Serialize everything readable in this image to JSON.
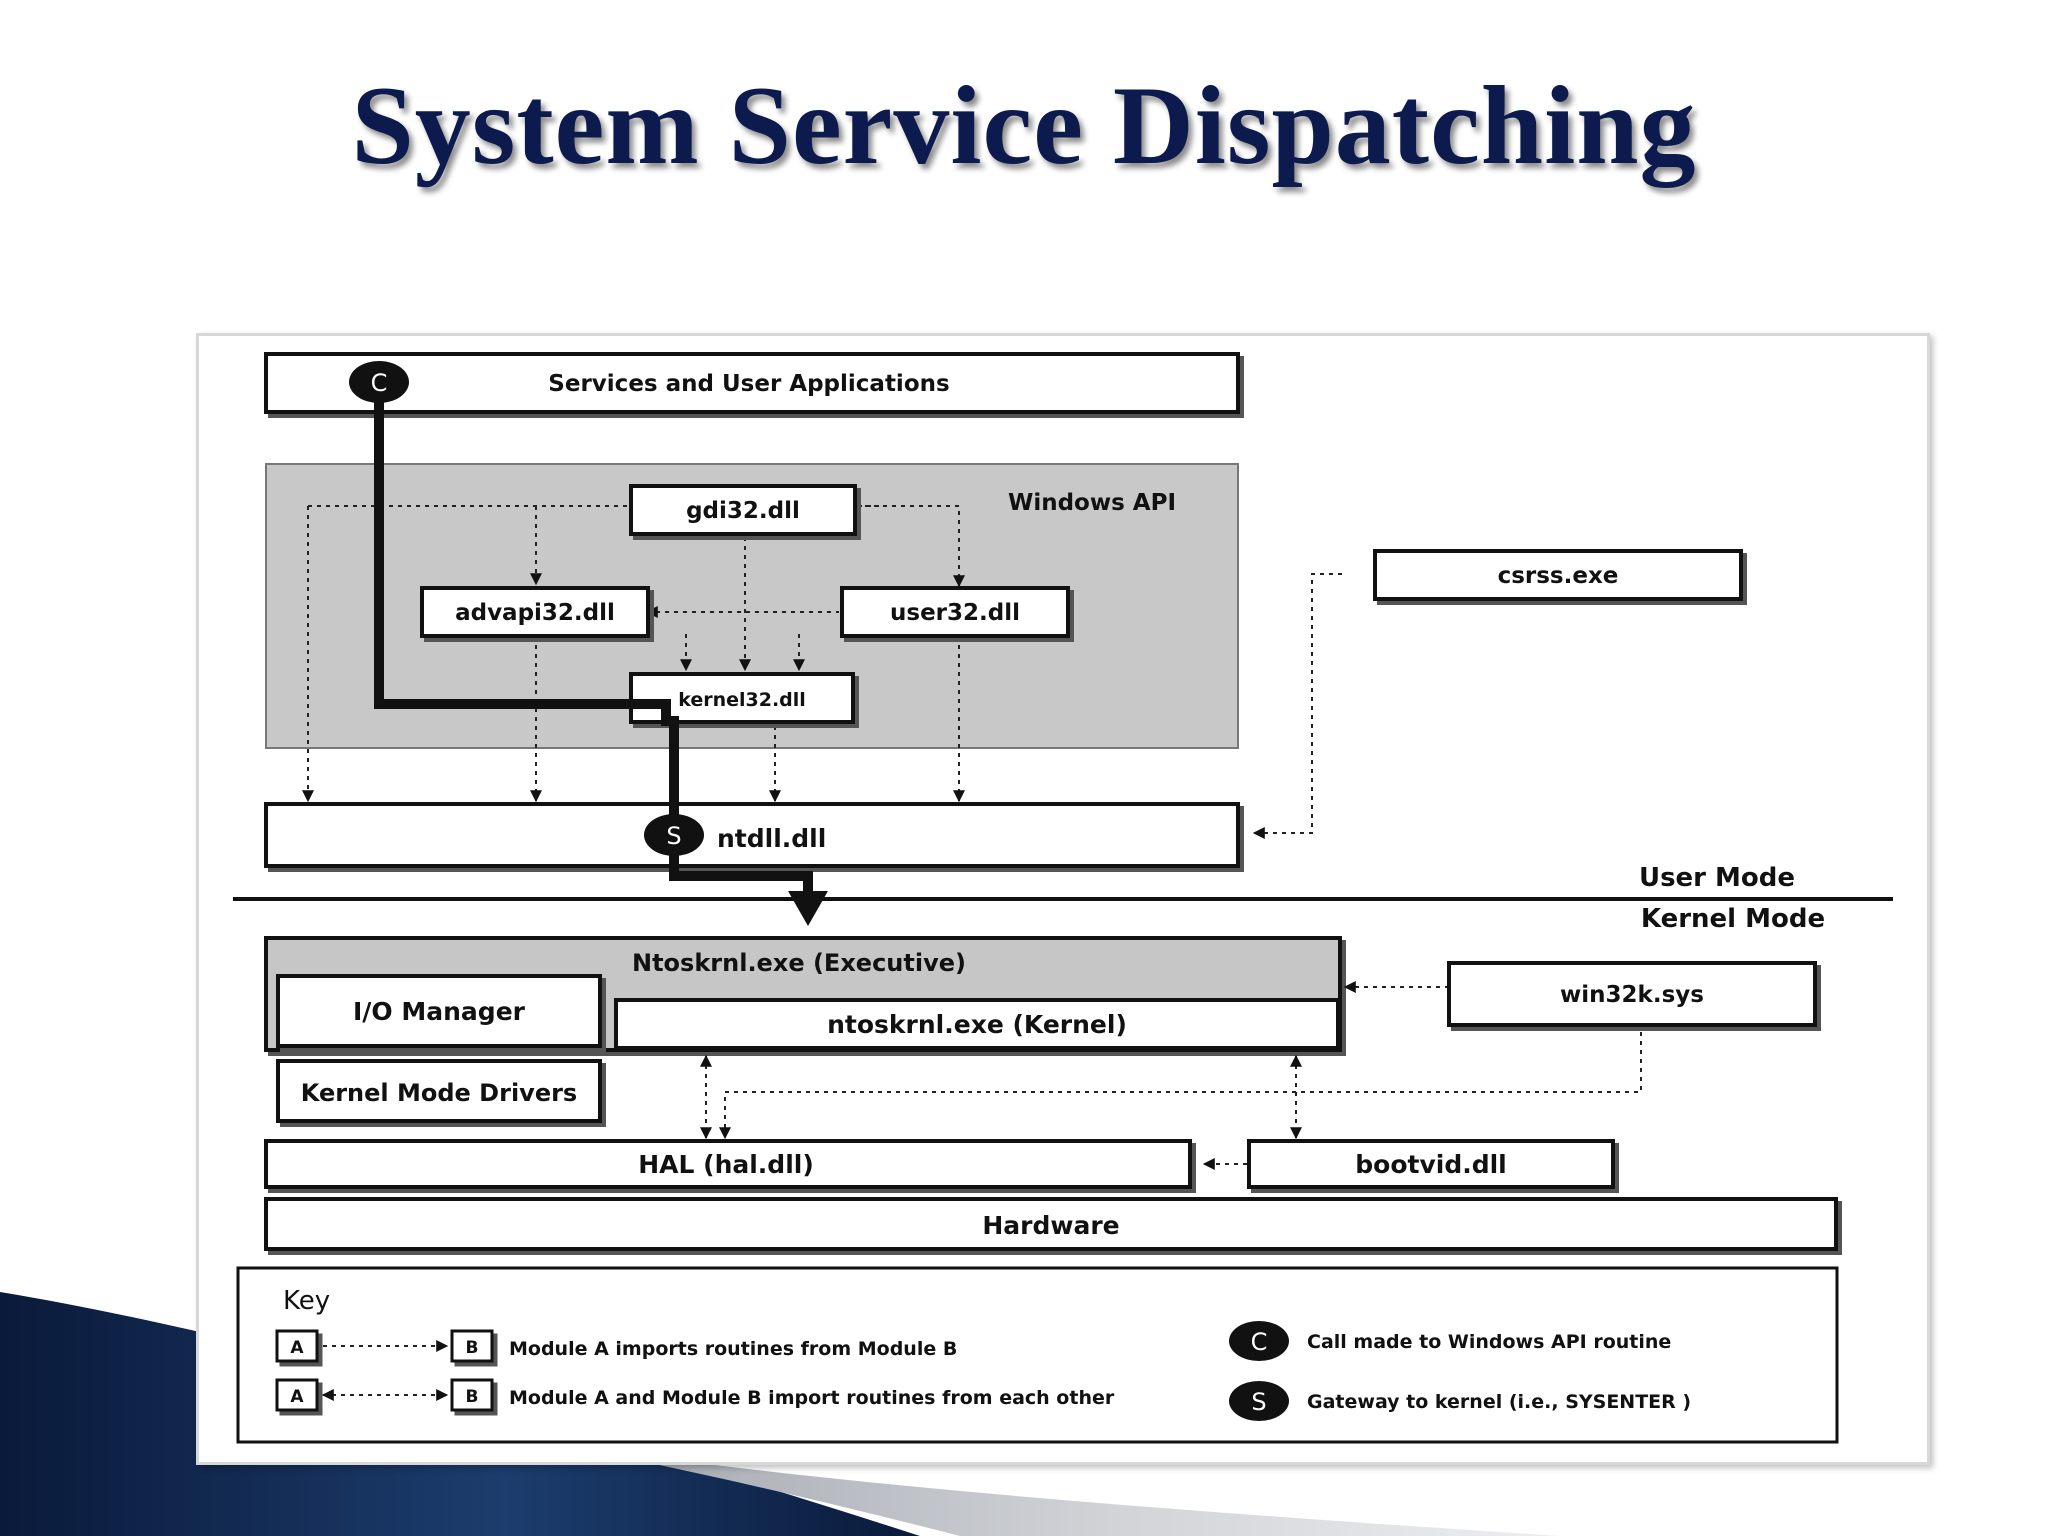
{
  "slide": {
    "title": "System Service Dispatching"
  },
  "diagram": {
    "services_apps": "Services and User Applications",
    "windows_api_group": "Windows API",
    "gdi32": "gdi32.dll",
    "advapi32": "advapi32.dll",
    "user32": "user32.dll",
    "kernel32": "kernel32.dll",
    "csrss": "csrss.exe",
    "ntdll": "ntdll.dll",
    "user_mode": "User Mode",
    "kernel_mode": "Kernel Mode",
    "executive": "Ntoskrnl.exe (Executive)",
    "io_manager": "I/O Manager",
    "kernel": "ntoskrnl.exe (Kernel)",
    "win32k": "win32k.sys",
    "kernel_drivers": "Kernel Mode Drivers",
    "hal": "HAL (hal.dll)",
    "bootvid": "bootvid.dll",
    "hardware": "Hardware",
    "marker_call": "C",
    "marker_gateway": "S"
  },
  "key": {
    "title": "Key",
    "module_a": "A",
    "module_b": "B",
    "imports_one_way": "Module A imports routines from Module B",
    "imports_both_ways": "Module A  and Module B import routines from each other",
    "call_symbol": "C",
    "call_desc": "Call made to Windows API routine",
    "gateway_symbol": "S",
    "gateway_desc": "Gateway to kernel (i.e., SYSENTER )"
  },
  "colors": {
    "title": "#0c1a4d",
    "api_group_fill": "#c8c8c8",
    "executive_fill": "#c6c6c6",
    "corner_navy": "#0a1a3a"
  }
}
